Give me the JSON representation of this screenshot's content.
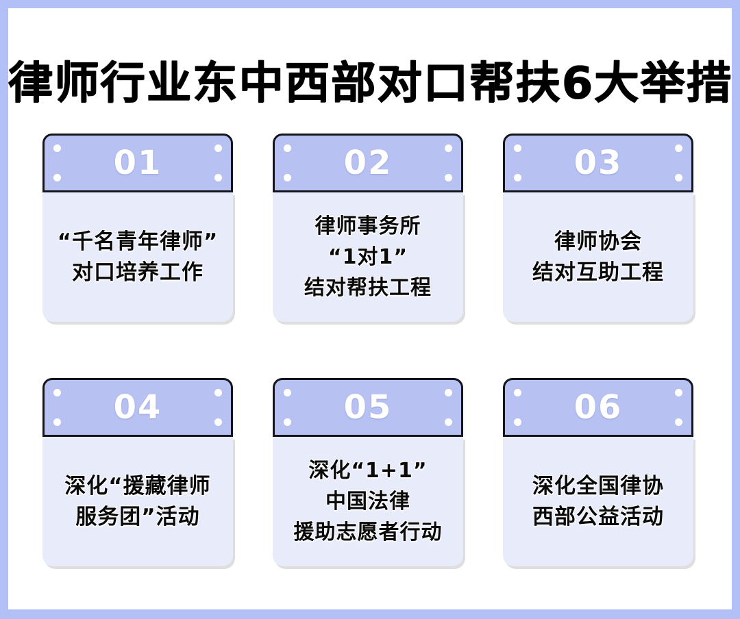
{
  "poster": {
    "title": "律师行业东中西部对口帮扶6大举措",
    "frame_color": "#b3c0f7",
    "inner_background": "#ffffff",
    "card_header_color": "#b8c2f2",
    "card_body_color": "#e8ebf9",
    "card_border_color": "#14151c",
    "number_color": "#ffffff",
    "text_color": "#0a0a0a"
  },
  "cards": [
    {
      "number": "01",
      "lines": [
        "“千名青年律师”",
        "对口培养工作"
      ]
    },
    {
      "number": "02",
      "lines": [
        "律师事务所",
        "“1对1”",
        "结对帮扶工程"
      ]
    },
    {
      "number": "03",
      "lines": [
        "律师协会",
        "结对互助工程"
      ]
    },
    {
      "number": "04",
      "lines": [
        "深化“援藏律师",
        "服务团”活动"
      ]
    },
    {
      "number": "05",
      "lines": [
        "深化“1+1”",
        "中国法律",
        "援助志愿者行动"
      ]
    },
    {
      "number": "06",
      "lines": [
        "深化全国律协",
        "西部公益活动"
      ]
    }
  ]
}
